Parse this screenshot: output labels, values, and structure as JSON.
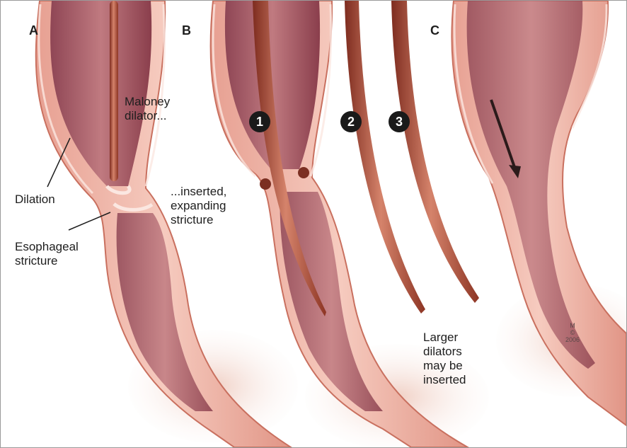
{
  "panels": {
    "a": "A",
    "b": "B",
    "c": "C"
  },
  "labels": {
    "maloney_line1": "Maloney",
    "maloney_line2": "dilator...",
    "dilation": "Dilation",
    "stricture_line1": "Esophageal",
    "stricture_line2": "stricture",
    "inserted_line1": "...inserted,",
    "inserted_line2": "expanding",
    "inserted_line3": "stricture",
    "larger_line1": "Larger",
    "larger_line2": "dilators",
    "larger_line3": "may be",
    "larger_line4": "inserted"
  },
  "markers": {
    "one": "1",
    "two": "2",
    "three": "3"
  },
  "signature": {
    "line1": "M",
    "line2": "©",
    "line3": "2006"
  },
  "colors": {
    "tissue_outer": "#e9a99a",
    "tissue_edge": "#c9705f",
    "lumen": "#b96e76",
    "lumen_dark": "#8a3e4c",
    "lining": "#fbe7e1",
    "dilator": "#a9432f",
    "dilator_highlight": "#d5836b",
    "stomach": "#efc4b6"
  }
}
